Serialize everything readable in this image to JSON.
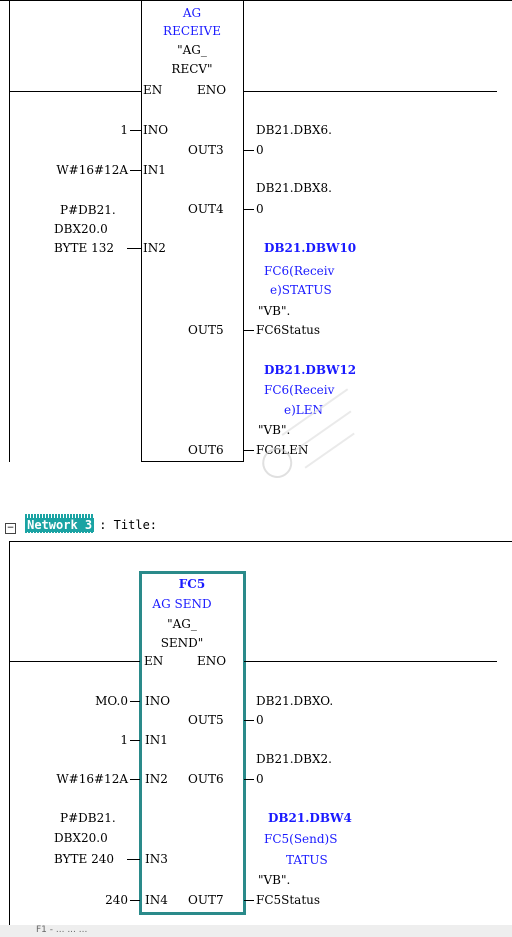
{
  "block1": {
    "title_lines": [
      "AG",
      "RECEIVE",
      "\"AG_",
      "RECV\""
    ],
    "en": "EN",
    "eno": "ENO",
    "in0_label": "INO",
    "in0_val": "1",
    "in1_label": "IN1",
    "in1_val": "W#16#12A",
    "in2_label": "IN2",
    "in2_val_lines": [
      "P#DB21.",
      "DBX20.0",
      "BYTE 132"
    ],
    "out3_label": "OUT3",
    "out3_val_lines": [
      "DB21.DBX6.",
      "0"
    ],
    "out4_label": "OUT4",
    "out4_val_lines": [
      "DB21.DBX8.",
      "0"
    ],
    "out5_label": "OUT5",
    "out5_addr": "DB21.DBW10",
    "out5_comment_lines": [
      "FC6(Receiv",
      "e)STATUS"
    ],
    "out5_sym_lines": [
      "\"VB\".",
      "FC6Status"
    ],
    "out6_label": "OUT6",
    "out6_addr": "DB21.DBW12",
    "out6_comment_lines": [
      "FC6(Receiv",
      "e)LEN"
    ],
    "out6_sym_lines": [
      "\"VB\".",
      "FC6LEN"
    ]
  },
  "network3": {
    "badge": "Network 3",
    "suffix": ": Title:"
  },
  "block2": {
    "title_lines": [
      "FC5",
      "AG SEND",
      "\"AG_",
      "SEND\""
    ],
    "en": "EN",
    "eno": "ENO",
    "in0_label": "INO",
    "in0_val": "MO.0",
    "in1_label": "IN1",
    "in1_val": "1",
    "in2_label": "IN2",
    "in2_val": "W#16#12A",
    "in3_label": "IN3",
    "in3_val_lines": [
      "P#DB21.",
      "DBX20.0",
      "BYTE 240"
    ],
    "in4_label": "IN4",
    "in4_val": "240",
    "out5_label": "OUT5",
    "out5_val_lines": [
      "DB21.DBXO.",
      "0"
    ],
    "out6_label": "OUT6",
    "out6_val_lines": [
      "DB21.DBX2.",
      "0"
    ],
    "out7_label": "OUT7",
    "out7_addr": "DB21.DBW4",
    "out7_comment_lines": [
      "FC5(Send)S",
      "TATUS"
    ],
    "out7_sym_lines": [
      "\"VB\".",
      "FC5Status"
    ]
  },
  "bottom": {
    "partial_text": "F1 - ... ... ..."
  },
  "colors": {
    "blue": "#1a1aff",
    "teal": "#2a8a8a",
    "badge": "#1aa3a3"
  }
}
